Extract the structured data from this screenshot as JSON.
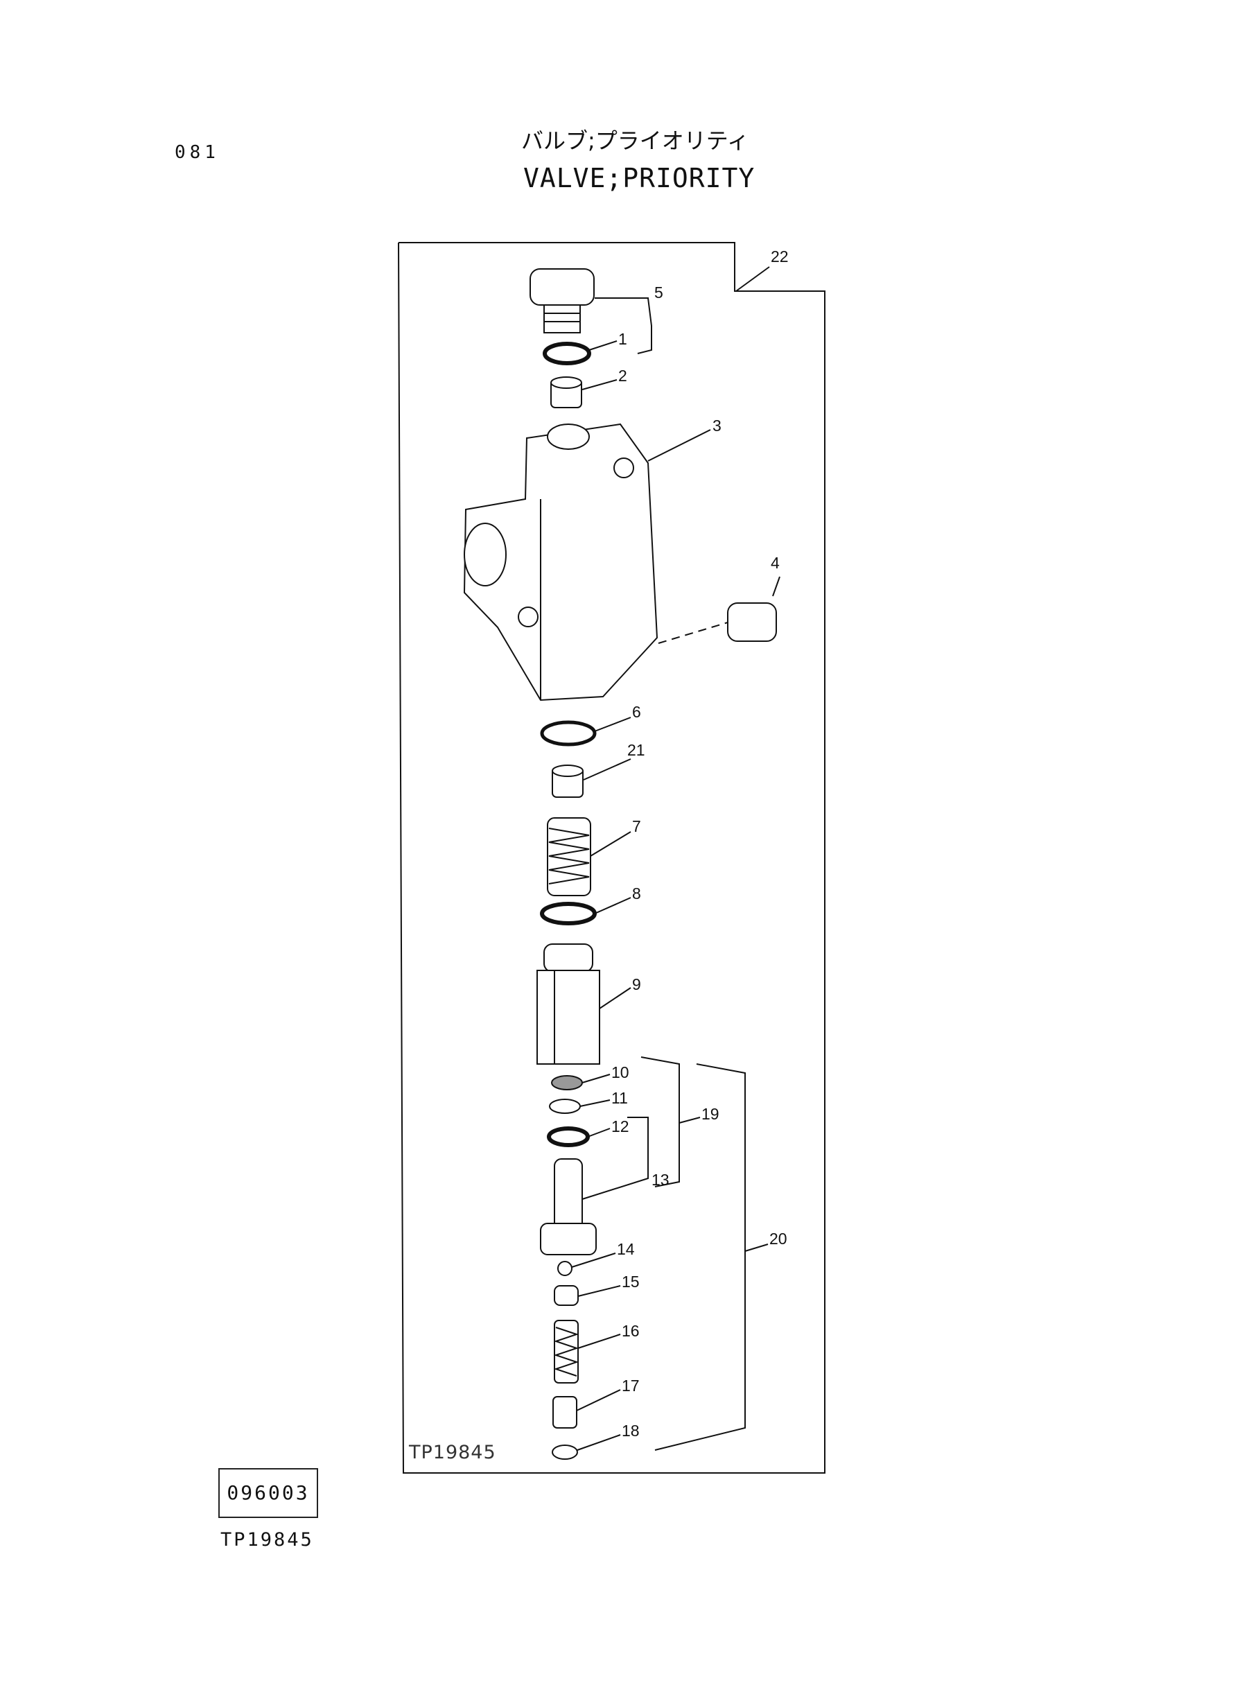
{
  "page_number": "081",
  "title_jp": "バルブ;プライオリティ",
  "title_en": "VALVE;PRIORITY",
  "drawing_ref": "TP19845",
  "code_box": "096003",
  "bottom_ref": "TP19845",
  "callouts": [
    "1",
    "2",
    "3",
    "4",
    "5",
    "6",
    "7",
    "8",
    "9",
    "10",
    "11",
    "12",
    "13",
    "14",
    "15",
    "16",
    "17",
    "18",
    "19",
    "20",
    "21",
    "22"
  ]
}
